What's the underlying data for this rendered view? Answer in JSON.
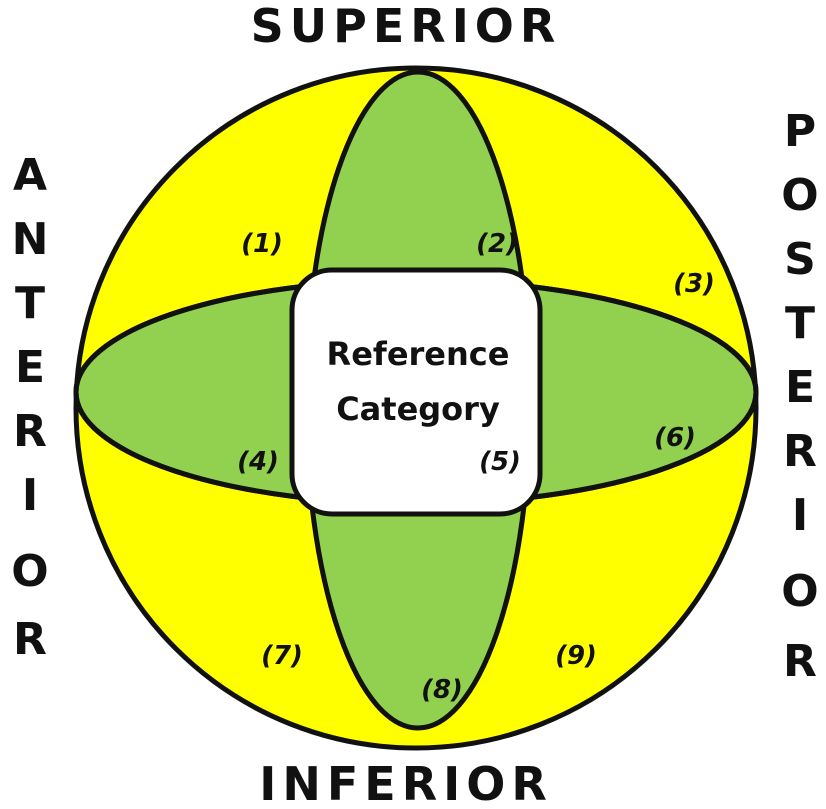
{
  "colors": {
    "outer_circle": "#ffff00",
    "ellipse": "#92d050",
    "reference_box": "#ffffff",
    "stroke": "#111111"
  },
  "directions": {
    "superior": "SUPERIOR",
    "inferior": "INFERIOR",
    "anterior": [
      "A",
      "N",
      "T",
      "E",
      "R",
      "I",
      "O",
      "R"
    ],
    "posterior": [
      "P",
      "O",
      "S",
      "T",
      "E",
      "R",
      "I",
      "O",
      "R"
    ]
  },
  "reference": {
    "line1": "Reference",
    "line2": "Category"
  },
  "regions": [
    "(1)",
    "(2)",
    "(3)",
    "(4)",
    "(5)",
    "(6)",
    "(7)",
    "(8)",
    "(9)"
  ]
}
